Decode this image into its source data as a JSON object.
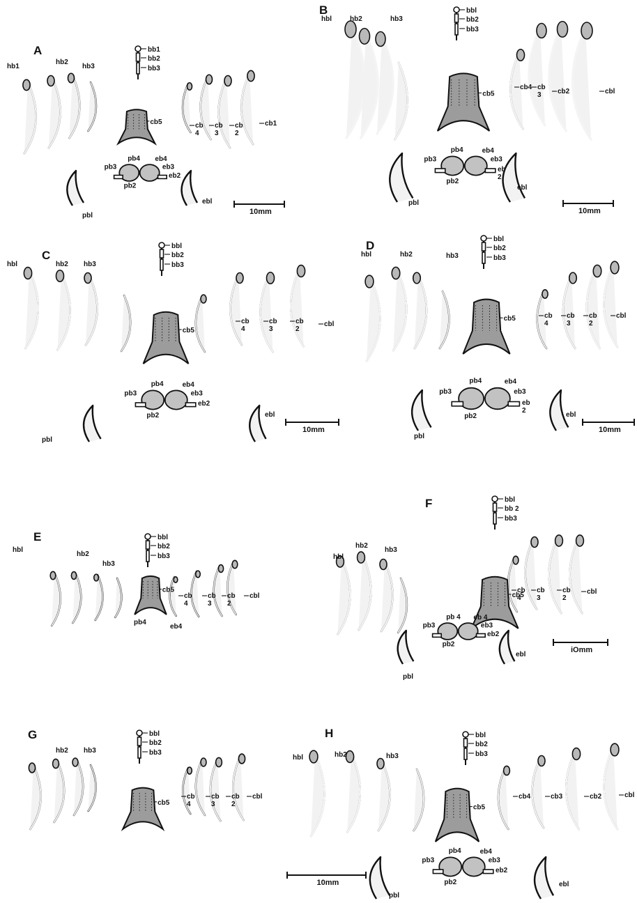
{
  "panels": [
    {
      "letter": "A",
      "labels": {
        "hb1": "hb1",
        "hb2": "hb2",
        "hb3": "hb3",
        "bb1": "bb1",
        "bb2": "bb2",
        "bb3": "bb3",
        "cb5": "cb5",
        "cb4": "cb\n4",
        "cb3": "cb\n3",
        "cb2": "cb\n2",
        "cb1": "cb1",
        "pb3": "pb3",
        "pb4": "pb4",
        "pb2": "pb2",
        "eb4": "eb4",
        "eb3": "eb3",
        "eb2": "eb2",
        "pb1": "pbl",
        "eb1": "ebl"
      },
      "scale": "10mm"
    },
    {
      "letter": "B",
      "labels": {
        "hb1": "hbl",
        "hb2": "hb2",
        "hb3": "hb3",
        "bb1": "bbl",
        "bb2": "bb2",
        "bb3": "bb3",
        "cb5": "cb5",
        "cb4": "cb4",
        "cb3": "cb\n3",
        "cb2": "cb2",
        "cb1": "cbl",
        "pb3": "pb3",
        "pb4": "pb4",
        "pb2": "pb2",
        "eb4": "eb4",
        "eb3": "eb3",
        "eb2": "eb\n2",
        "pb1": "pbl",
        "eb1": "ebl"
      },
      "scale": "10mm"
    },
    {
      "letter": "C",
      "labels": {
        "hb1": "hbl",
        "hb2": "hb2",
        "hb3": "hb3",
        "bb1": "bbl",
        "bb2": "bb2",
        "bb3": "bb3",
        "cb5": "cb5",
        "cb4": "cb\n4",
        "cb3": "cb\n3",
        "cb2": "cb\n2",
        "cb1": "cbl",
        "pb3": "pb3",
        "pb4": "pb4",
        "pb2": "pb2",
        "eb4": "eb4",
        "eb3": "eb3",
        "eb2": "eb2",
        "pb1": "pbl",
        "eb1": "ebl"
      },
      "scale": "10mm"
    },
    {
      "letter": "D",
      "labels": {
        "hb1": "hbl",
        "hb2": "hb2",
        "hb3": "hb3",
        "bb1": "bbl",
        "bb2": "bb2",
        "bb3": "bb3",
        "cb5": "cb5",
        "cb4": "cb\n4",
        "cb3": "cb\n3",
        "cb2": "cb\n2",
        "cb1": "cbl",
        "pb3": "pb3",
        "pb4": "pb4",
        "pb2": "pb2",
        "eb4": "eb4",
        "eb3": "eb3",
        "eb2": "eb\n2",
        "pb1": "pbl",
        "eb1": "ebl"
      },
      "scale": "10mm"
    },
    {
      "letter": "E",
      "labels": {
        "hb1": "hbl",
        "hb2": "hb2",
        "hb3": "hb3",
        "bb1": "bbl",
        "bb2": "bb2",
        "bb3": "bb3",
        "cb5": "cb5",
        "cb4": "cb\n4",
        "cb3": "cb\n3",
        "cb2": "cb\n2",
        "cb1": "cbl",
        "pb4": "pb4",
        "eb4": "eb4"
      },
      "scale": ""
    },
    {
      "letter": "F",
      "labels": {
        "hb1": "hbl",
        "hb2": "hb2",
        "hb3": "hb3",
        "bb1": "bbl",
        "bb2": "bb 2",
        "bb3": "bb3",
        "cb5": "cb5",
        "cb4": "cb\n4",
        "cb3": "cb\n3",
        "cb2": "cb\n2",
        "cb1": "cbl",
        "pb3": "pb3",
        "pb4": "pb 4",
        "pb2": "pb2",
        "eb4": "eb 4",
        "eb3": "eb3",
        "eb2": "eb2",
        "pb1": "pbl",
        "eb1": "ebl"
      },
      "scale": "iOmm"
    },
    {
      "letter": "G",
      "labels": {
        "hb2": "hb2",
        "hb3": "hb3",
        "bb1": "bbl",
        "bb2": "bb2",
        "bb3": "bb3",
        "cb5": "cb5",
        "cb4": "cb\n4",
        "cb3": "cb\n3",
        "cb2": "cb\n2",
        "cb1": "cbl"
      },
      "scale": ""
    },
    {
      "letter": "H",
      "labels": {
        "hb1": "hbl",
        "hb2": "hb2",
        "hb3": "hb3",
        "bb1": "bbl",
        "bb2": "bb2",
        "bb3": "bb3",
        "cb5": "cb5",
        "cb4": "cb4",
        "cb3": "cb3",
        "cb2": "cb2",
        "cb1": "cbl",
        "pb3": "pb3",
        "pb4": "pb4",
        "pb2": "pb2",
        "eb4": "eb4",
        "eb3": "eb3",
        "eb2": "eb2",
        "pb1": "pbl",
        "eb1": "ebl"
      },
      "scale": "10mm"
    }
  ]
}
